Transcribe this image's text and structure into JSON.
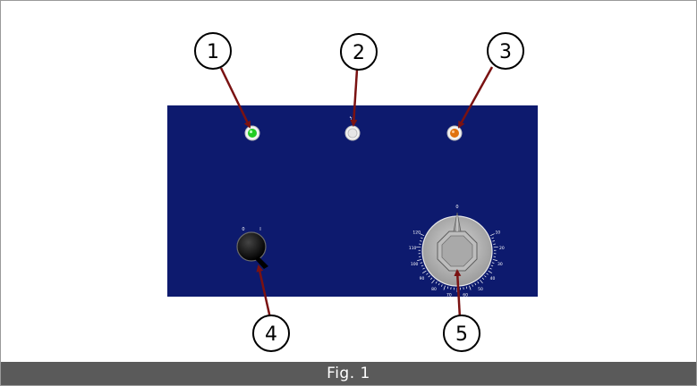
{
  "caption": "Fig. 1",
  "colors": {
    "panel": "#0d1a6e",
    "caption_bar": "#5a5a5a",
    "arrow": "#7a1212",
    "led_green": "#22cc22",
    "led_white": "#e6e6e6",
    "led_orange": "#e0720e"
  },
  "callouts": [
    {
      "number": "1",
      "target": "green indicator lamp"
    },
    {
      "number": "2",
      "target": "power indicator lamp"
    },
    {
      "number": "3",
      "target": "orange indicator lamp"
    },
    {
      "number": "4",
      "target": "on/off rotary switch"
    },
    {
      "number": "5",
      "target": "timer dial"
    }
  ],
  "switch_labels": {
    "off": "0",
    "on": "I"
  },
  "power_symbol": "ϟ",
  "dial": {
    "top_label": "0",
    "scale_labels": [
      "120",
      "110",
      "100",
      "90",
      "80",
      "70",
      "60",
      "50",
      "40",
      "30",
      "20",
      "10"
    ]
  }
}
